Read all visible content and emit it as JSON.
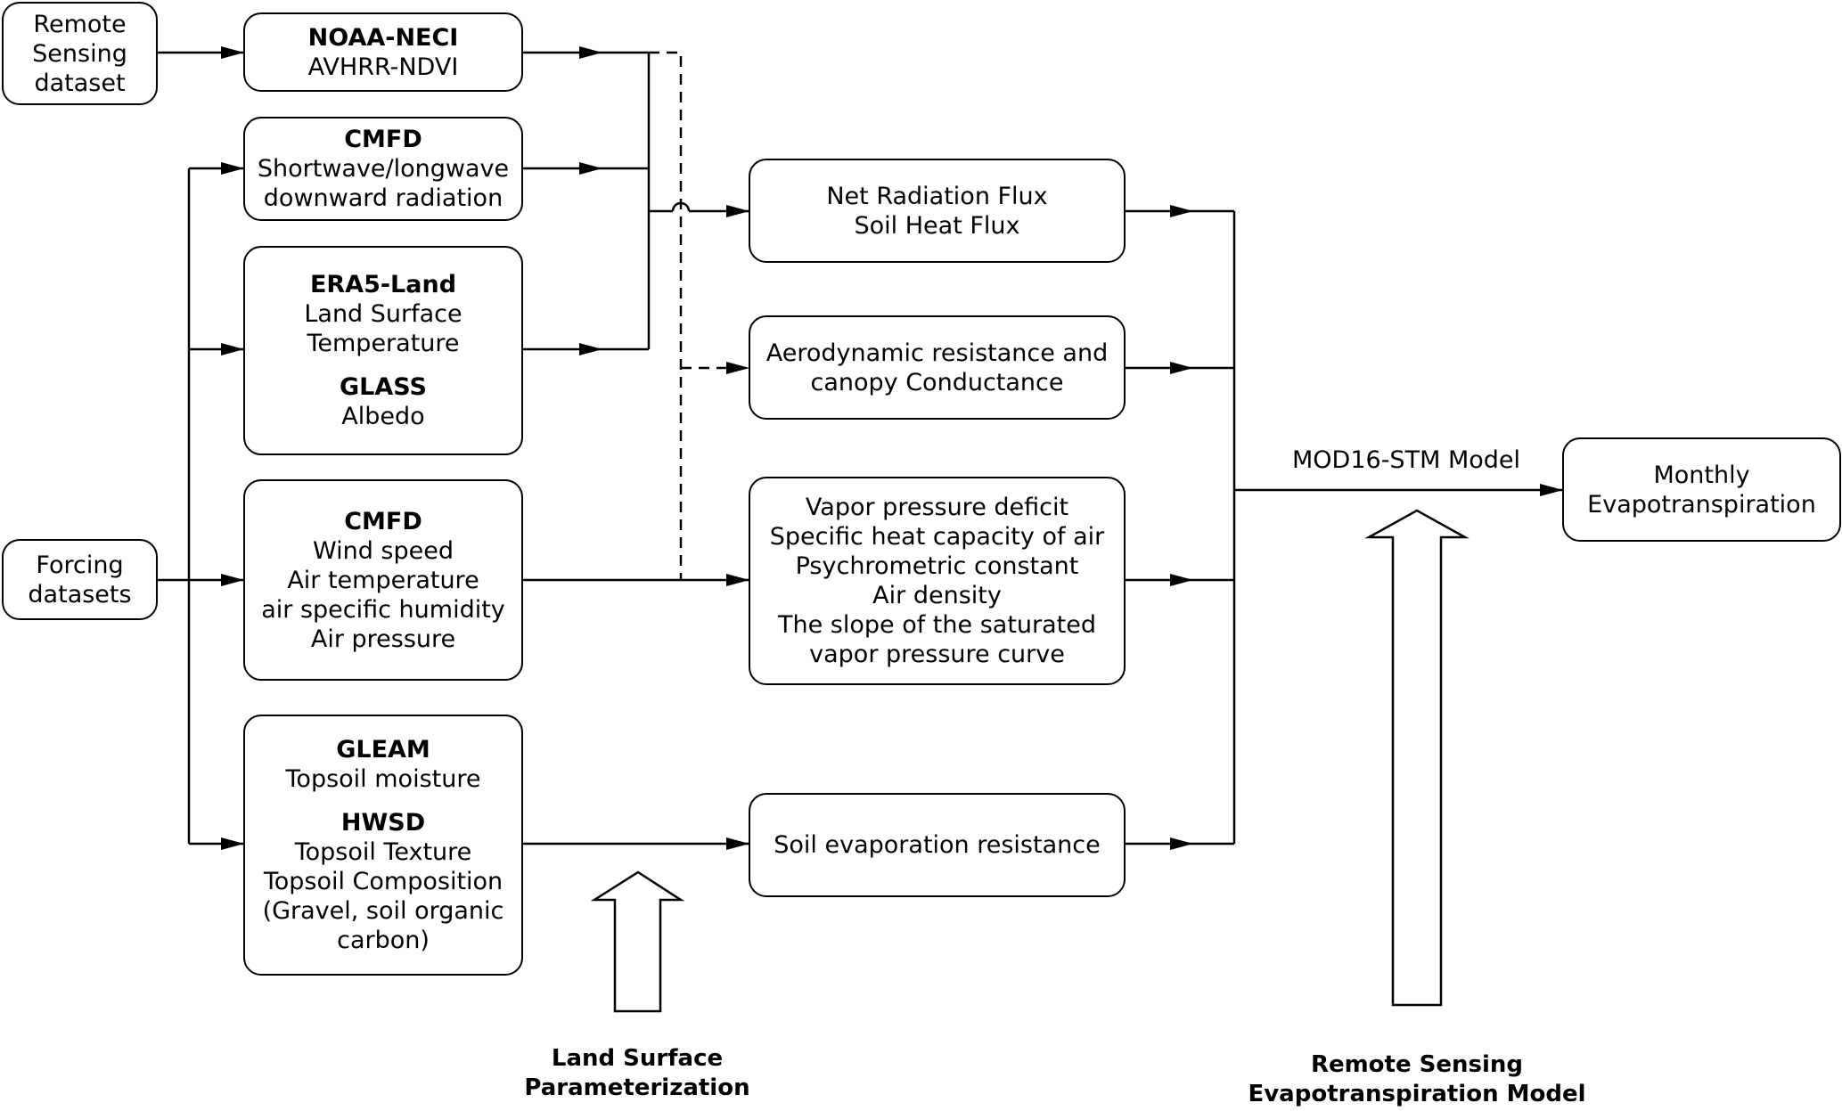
{
  "nodes": {
    "remote_sensing_dataset": [
      "Remote",
      "Sensing",
      "dataset"
    ],
    "forcing_datasets": [
      "Forcing",
      "datasets"
    ],
    "noaa": {
      "title": "NOAA-NECI",
      "lines": [
        "AVHRR-NDVI"
      ]
    },
    "cmfd_radiation": {
      "title": "CMFD",
      "lines": [
        "Shortwave/longwave",
        "downward radiation"
      ]
    },
    "era5": {
      "title": "ERA5-Land",
      "lines": [
        "Land Surface",
        "Temperature"
      ]
    },
    "glass": {
      "title": "GLASS",
      "lines": [
        "Albedo"
      ]
    },
    "cmfd_met": {
      "title": "CMFD",
      "lines": [
        "Wind speed",
        "Air temperature",
        "air specific humidity",
        "Air pressure"
      ]
    },
    "gleam": {
      "title": "GLEAM",
      "lines": [
        "Topsoil moisture"
      ]
    },
    "hwsd": {
      "title": "HWSD",
      "lines": [
        "Topsoil Texture",
        "Topsoil Composition",
        "(Gravel, soil organic",
        "carbon)"
      ]
    },
    "net_radiation": [
      "Net Radiation Flux",
      "Soil Heat Flux"
    ],
    "aerodynamic": [
      "Aerodynamic resistance and",
      "canopy Conductance"
    ],
    "vapor": [
      "Vapor pressure deficit",
      "Specific heat capacity of air",
      "Psychrometric constant",
      "Air density",
      "The slope of the saturated",
      "vapor pressure curve"
    ],
    "soil_evaporation": [
      "Soil evaporation resistance"
    ],
    "monthly_et": [
      "Monthly",
      "Evapotranspiration"
    ]
  },
  "labels": {
    "model": "MOD16-STM Model",
    "land_surface": [
      "Land Surface",
      "Parameterization"
    ],
    "rs_et_model": [
      "Remote Sensing",
      "Evapotranspiration Model"
    ]
  }
}
